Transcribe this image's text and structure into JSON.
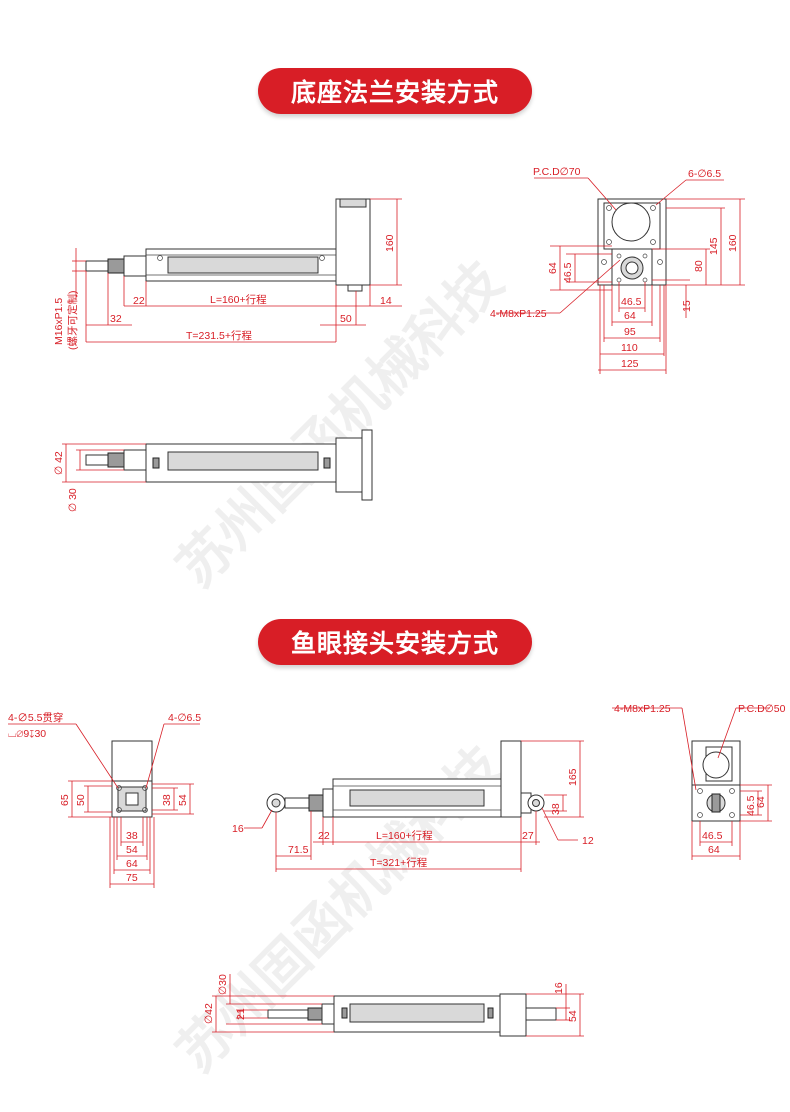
{
  "colors": {
    "accent": "#d81e26",
    "line": "#333333",
    "watermark": "#9a9a9a"
  },
  "section1": {
    "title": "底座法兰安装方式",
    "side_view": {
      "thread": "M16xP1.5",
      "thread_note": "(螺牙可定制)",
      "dim_160": "160",
      "dim_22": "22",
      "dim_L": "L=160+行程",
      "dim_14": "14",
      "dim_32": "32",
      "dim_50": "50",
      "dim_T": "T=231.5+行程"
    },
    "flange_view": {
      "pcd": "P.C.D∅70",
      "holes": "6-∅6.5",
      "bolts": "4-M8xP1.25",
      "dim_64v": "64",
      "dim_46_5v": "46.5",
      "dim_145": "145",
      "dim_160": "160",
      "dim_80": "80",
      "dim_46_5h": "46.5",
      "dim_15": "15",
      "dim_64h": "64",
      "dim_95": "95",
      "dim_110": "110",
      "dim_125": "125"
    },
    "top_view": {
      "dim_42": "∅ 42",
      "dim_30": "∅ 30"
    }
  },
  "section2": {
    "title": "鱼眼接头安装方式",
    "end_view_left": {
      "holes_through": "4-∅5.5贯穿",
      "counterbore": "⌴∅9↧30",
      "holes_6_5": "4-∅6.5",
      "dim_65": "65",
      "dim_50": "50",
      "dim_38v": "38",
      "dim_54v": "54",
      "dim_38h": "38",
      "dim_54h": "54",
      "dim_64h": "64",
      "dim_75h": "75"
    },
    "side_view": {
      "dim_165": "165",
      "dim_38": "38",
      "dim_16": "16",
      "dim_12": "12",
      "dim_22": "22",
      "dim_L": "L=160+行程",
      "dim_27": "27",
      "dim_71_5": "71.5",
      "dim_T": "T=321+行程"
    },
    "end_view_right": {
      "bolts": "4-M8xP1.25",
      "pcd": "P.C.D∅50",
      "dim_46_5v": "46.5",
      "dim_64v": "64",
      "dim_46_5h": "46.5",
      "dim_64h": "64"
    },
    "top_view": {
      "dim_30": "∅30",
      "dim_42": "∅42",
      "dim_21": "21",
      "dim_16": "16",
      "dim_54": "54"
    }
  },
  "watermark": "苏州固函机械科技"
}
